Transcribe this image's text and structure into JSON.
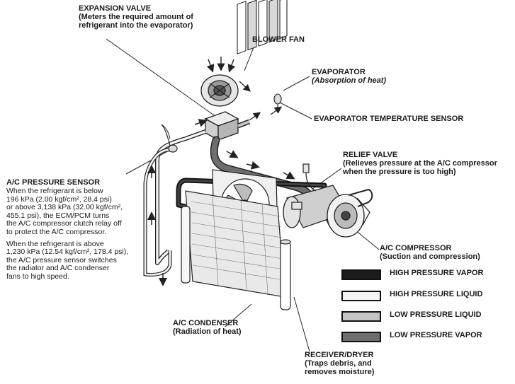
{
  "labels": {
    "expansion_valve": {
      "title": "EXPANSION VALVE",
      "sub": "(Meters the required amount of\nrefrigerant into the evaporator)"
    },
    "blower_fan": {
      "title": "BLOWER FAN"
    },
    "evaporator": {
      "title": "EVAPORATOR",
      "sub": "(Absorption of heat)"
    },
    "evap_temp_sensor": {
      "title": "EVAPORATOR TEMPERATURE SENSOR"
    },
    "relief_valve": {
      "title": "RELIEF VALVE",
      "sub": "(Relieves pressure at the A/C compressor\nwhen the pressure is too high)"
    },
    "ac_pressure_sensor": {
      "title": "A/C PRESSURE SENSOR",
      "para1": "When the refrigerant is below\n196 kPa (2.00 kgf/cm², 28.4 psi)\nor above 3,138 kPa (32.00 kgf/cm²,\n455.1 psi), the ECM/PCM turns\nthe A/C compressor clutch relay off\nto protect the A/C compressor.",
      "para2": "When the refrigerant is above\n1,230 kPa (12.54 kgf/cm², 178.4 psi),\nthe A/C pressure sensor switches\nthe radiator and A/C condenser\nfans to high speed."
    },
    "ac_compressor": {
      "title": "A/C COMPRESSOR",
      "sub": "(Suction and compression)"
    },
    "ac_condenser": {
      "title": "A/C CONDENSER",
      "sub": "(Radiation of heat)"
    },
    "receiver_dryer": {
      "title": "RECEIVER/DRYER",
      "sub": "(Traps debris, and\nremoves moisture)"
    }
  },
  "legend": [
    {
      "label": "HIGH PRESSURE VAPOR",
      "color": "#1c1c1c"
    },
    {
      "label": "HIGH PRESSURE LIQUID",
      "color": "#f4f4f4"
    },
    {
      "label": "LOW PRESSURE LIQUID",
      "color": "#c4c4c4"
    },
    {
      "label": "LOW PRESSURE VAPOR",
      "color": "#6e6e6e"
    }
  ],
  "colors": {
    "high_pressure_vapor": "#1c1c1c",
    "high_pressure_liquid": "#f4f4f4",
    "low_pressure_liquid": "#c4c4c4",
    "low_pressure_vapor": "#6e6e6e",
    "line": "#222222"
  }
}
